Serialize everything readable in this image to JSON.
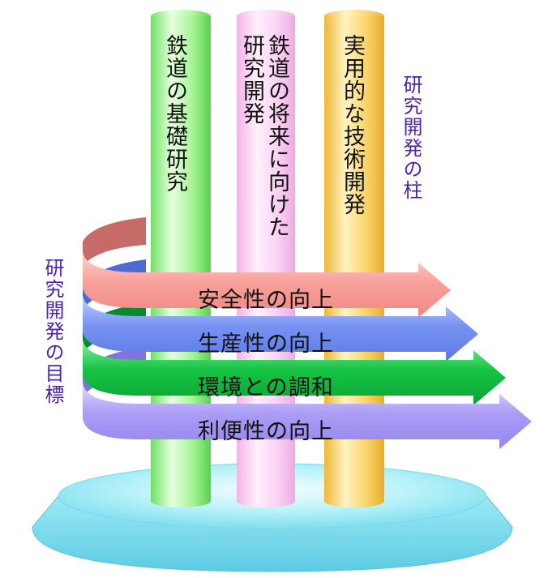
{
  "pillars_heading": "研究開発の柱",
  "goals_heading": "研究開発の目標",
  "pillars": [
    {
      "lines": [
        "鉄道の基礎研究"
      ],
      "color": "#86f07a"
    },
    {
      "lines": [
        "鉄道の将来に向けた",
        "研究開発"
      ],
      "color": "#f9c6ef"
    },
    {
      "lines": [
        "実用的な技術開発"
      ],
      "color": "#f5cd55"
    }
  ],
  "goals": [
    {
      "label": "安全性の向上",
      "color": "#f59a96"
    },
    {
      "label": "生産性の向上",
      "color": "#6f8ff0"
    },
    {
      "label": "環境との調和",
      "color": "#12c23f"
    },
    {
      "label": "利便性の向上",
      "color": "#a89af4"
    }
  ],
  "colors": {
    "base": "#8ee8f2",
    "heading_text": "#4a22b5"
  }
}
